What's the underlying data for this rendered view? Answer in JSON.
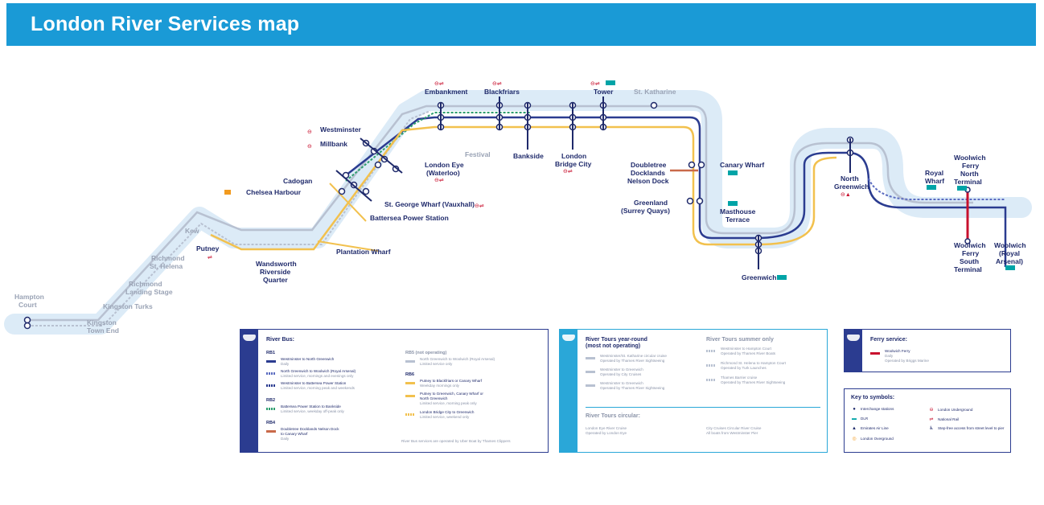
{
  "title": "London River Services map",
  "colors": {
    "banner": "#1a9ad6",
    "river": "#dcebf7",
    "rb1": "#2b3c90",
    "rb2": "#5b6cc0",
    "rb6": "#f2c14e",
    "tours": "#b8c1d1",
    "rb4": "#c96a4a",
    "ferry": "#c8102e",
    "dlr": "#00a4a7"
  },
  "stations": {
    "hampton_court": [
      "Hampton",
      "Court"
    ],
    "kingston_town_end": [
      "Kingston",
      "Town End"
    ],
    "kingston_turks": "Kingston Turks",
    "richmond_landing": [
      "Richmond",
      "Landing Stage"
    ],
    "richmond_st_helena": [
      "Richmond",
      "St. Helena"
    ],
    "kew": [
      "Kew"
    ],
    "putney": "Putney",
    "wandsworth": [
      "Wandsworth",
      "Riverside",
      "Quarter"
    ],
    "plantation_wharf": "Plantation Wharf",
    "cadogan": "Cadogan",
    "chelsea_harbour": "Chelsea Harbour",
    "millbank": "Millbank",
    "westminster": "Westminster",
    "battersea_power": "Battersea Power Station",
    "st_george": "St. George Wharf (Vauxhall)",
    "london_eye": [
      "London Eye",
      "(Waterloo)"
    ],
    "festival": "Festival",
    "embankment": "Embankment",
    "blackfriars": "Blackfriars",
    "bankside": "Bankside",
    "london_bridge": [
      "London",
      "Bridge City"
    ],
    "tower": "Tower",
    "st_katharine": "St. Katharine",
    "doubletree": [
      "Doubletree",
      "Docklands",
      "Nelson Dock"
    ],
    "canary_wharf": "Canary Wharf",
    "greenland": [
      "Greenland",
      "(Surrey Quays)"
    ],
    "masthouse": [
      "Masthouse",
      "Terrace"
    ],
    "greenwich": "Greenwich",
    "north_greenwich": [
      "North",
      "Greenwich"
    ],
    "royal_wharf": [
      "Royal",
      "Wharf"
    ],
    "woolwich_north": [
      "Woolwich",
      "Ferry",
      "North",
      "Terminal"
    ],
    "woolwich_south": [
      "Woolwich",
      "Ferry",
      "South",
      "Terminal"
    ],
    "woolwich_arsenal": [
      "Woolwich",
      "(Royal",
      "Arsenal)"
    ]
  },
  "river_bus": {
    "heading": "River Bus:",
    "rb1_label": "RB1",
    "rb1_items": [
      {
        "title": "Westminster to North Greenwich",
        "sub": "Daily"
      },
      {
        "title": "North Greenwich to Woolwich (Royal Arsenal)",
        "sub": "Limited service, mornings and evenings only"
      },
      {
        "title": "Westminster to Battersea Power Station",
        "sub": "Limited service, morning peak and weekends"
      }
    ],
    "rb2_label": "RB2",
    "rb2_items": [
      {
        "title": "Battersea Power Station to Bankside",
        "sub": "Limited service, weekday off-peak only"
      }
    ],
    "rb4_label": "RB4",
    "rb4_items": [
      {
        "title": "Doubletree Docklands Nelson Dock",
        "sub": "to Canary Wharf"
      },
      {
        "title": "",
        "sub": "Daily"
      }
    ],
    "rb5_label": "RB5 (not operating)",
    "rb5_items": [
      {
        "title": "North Greenwich to Woolwich (Royal Arsenal)",
        "sub": "Limited service only"
      }
    ],
    "rb6_label": "RB6",
    "rb6_items": [
      {
        "title": "Putney to Blackfriars or Canary Wharf",
        "sub": "Weekday mornings only"
      },
      {
        "title": "Putney to Greenwich, Canary Wharf or",
        "sub": "North Greenwich"
      },
      {
        "title": "",
        "sub": "Limited service, morning peak only"
      },
      {
        "title": "London Bridge City to Greenwich",
        "sub": "Limited service, weekend only"
      }
    ],
    "footer": "River Bus services are operated by Uber Boat by Thames Clippers"
  },
  "river_tours": {
    "heading": "River Tours year-round",
    "heading_sub": "(most not operating)",
    "items": [
      {
        "title": "Westminster/St. Katharine circular cruise",
        "sub": "Operated by Thames River Sightseeing"
      },
      {
        "title": "Westminster to Greenwich",
        "sub": "Operated by City Cruises"
      },
      {
        "title": "Westminster to Greenwich",
        "sub": "Operated by Thames River Sightseeing"
      }
    ],
    "summer_heading": "River Tours summer only",
    "summer_items": [
      {
        "title": "Westminster to Hampton Court",
        "sub": "Operated by Thames River Boats"
      },
      {
        "title": "Richmond St. Helena to Hampton Court",
        "sub": "Operated by Turk Launches"
      },
      {
        "title": "Thames Barrier cruise",
        "sub": "Operated by Thames River Sightseeing"
      }
    ],
    "circular_heading": "River Tours circular:",
    "circular_items": [
      {
        "title": "London Eye River Cruise",
        "sub": "Operated by London Eye"
      },
      {
        "title": "City Cruises Circular River Cruise",
        "sub": "All boats from Westminster Pier"
      }
    ]
  },
  "ferry": {
    "heading": "Ferry service:",
    "title": "Woolwich Ferry",
    "sub1": "Daily",
    "sub2": "Operated by Briggs Marine"
  },
  "key": {
    "heading": "Key to symbols:",
    "items": [
      {
        "icon": "interchange-icon",
        "glyph": "●",
        "label": "Interchange stations"
      },
      {
        "icon": "underground-icon",
        "glyph": "⊖",
        "label": "London Underground"
      },
      {
        "icon": "dlr-icon",
        "glyph": "▬",
        "label": "DLR"
      },
      {
        "icon": "rail-icon",
        "glyph": "⇌",
        "label": "National Rail"
      },
      {
        "icon": "airline-icon",
        "glyph": "▲",
        "label": "Emirates Air Line"
      },
      {
        "icon": "walk-icon",
        "glyph": "♿",
        "label": "Step-free access from street level to pier"
      },
      {
        "icon": "overground-icon",
        "glyph": "◎",
        "label": "London Overground"
      }
    ]
  }
}
